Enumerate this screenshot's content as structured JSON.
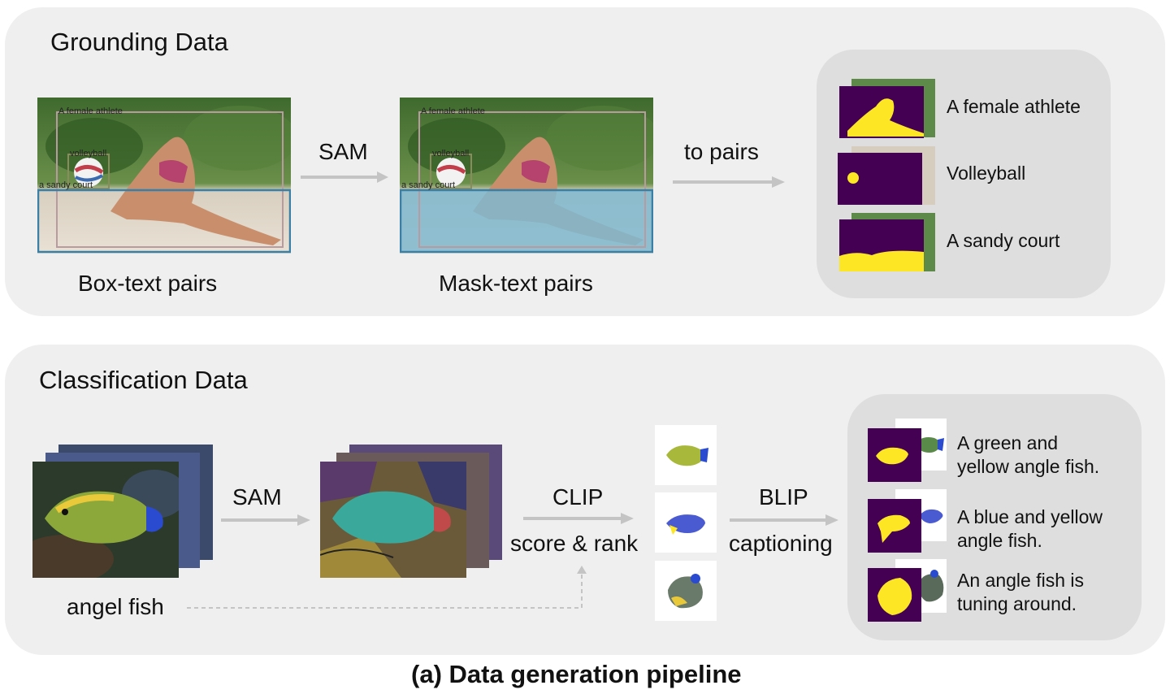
{
  "grounding": {
    "title": "Grounding Data",
    "box_label": "Box-text pairs",
    "mask_label": "Mask-text pairs",
    "arrow_sam": "SAM",
    "arrow_pairs": "to pairs",
    "photo_tags": [
      "A female athlete",
      "volleyball",
      "a sandy court"
    ],
    "pairs": [
      "A female athlete",
      "Volleyball",
      "A sandy court"
    ]
  },
  "classification": {
    "title": "Classification Data",
    "input_label": "angel fish",
    "arrow_sam": "SAM",
    "arrow_clip": "CLIP",
    "arrow_clip_sub": "score & rank",
    "arrow_blip": "BLIP",
    "arrow_blip_sub": "captioning",
    "captions": [
      [
        "A green and",
        "yellow angle fish."
      ],
      [
        "A blue and yellow",
        "angle fish."
      ],
      [
        "An angle fish is",
        "tuning around."
      ]
    ]
  },
  "figure_caption": "(a) Data generation pipeline",
  "colors": {
    "panel": "#efefef",
    "inner": "#dedede",
    "mask_bg": "#440154",
    "mask_fg": "#fde725",
    "arrow": "#c4c4c4"
  }
}
